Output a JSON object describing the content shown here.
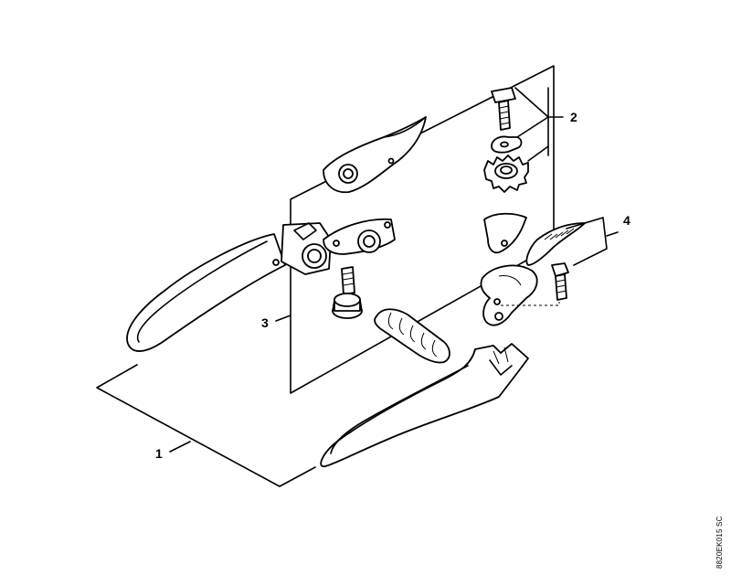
{
  "diagram": {
    "callouts": [
      {
        "id": "1",
        "label": "1"
      },
      {
        "id": "2",
        "label": "2"
      },
      {
        "id": "3",
        "label": "3"
      },
      {
        "id": "4",
        "label": "4"
      }
    ],
    "drawing_code": "8820EK015 SC"
  }
}
